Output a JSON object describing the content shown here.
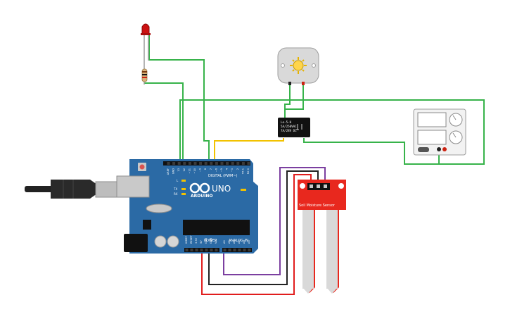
{
  "arduino": {
    "brand": "ARDUINO",
    "model": "UNO",
    "logo": "infinity-logo",
    "digital_label": "DIGITAL (PWM~)",
    "power_label": "POWER",
    "analog_label": "ANALOG IN",
    "led_labels": [
      "L",
      "TX",
      "RX"
    ],
    "digital_pins": [
      "AREF",
      "GND",
      "13",
      "12",
      "~11",
      "~10",
      "~9",
      "8",
      "7",
      "~6",
      "~5",
      "4",
      "~3",
      "2",
      "TX 1",
      "RX 0"
    ],
    "power_pins": [
      "IOREF",
      "RESET",
      "3.3V",
      "5V",
      "GND",
      "GND",
      "Vin"
    ],
    "analog_pins": [
      "A0",
      "A1",
      "A2",
      "A3",
      "A4",
      "A5"
    ],
    "board_color": "#2b6aa5"
  },
  "soil_sensor": {
    "label": "Soil Moisture Sensor",
    "board_color": "#e8281e"
  },
  "relay": {
    "lines": [
      "Lo-5-H",
      "5A/250VAC",
      "7A/28V DC"
    ]
  },
  "motor": {
    "icon": "dc-motor-icon"
  },
  "led": {
    "color": "#cc1111"
  },
  "power_supply": {
    "icon": "power-supply-icon"
  },
  "wires": {
    "green": "#37b34a",
    "yellow": "#f2c200",
    "red": "#e11d1d",
    "black": "#222222",
    "purple": "#7b3fa0"
  }
}
